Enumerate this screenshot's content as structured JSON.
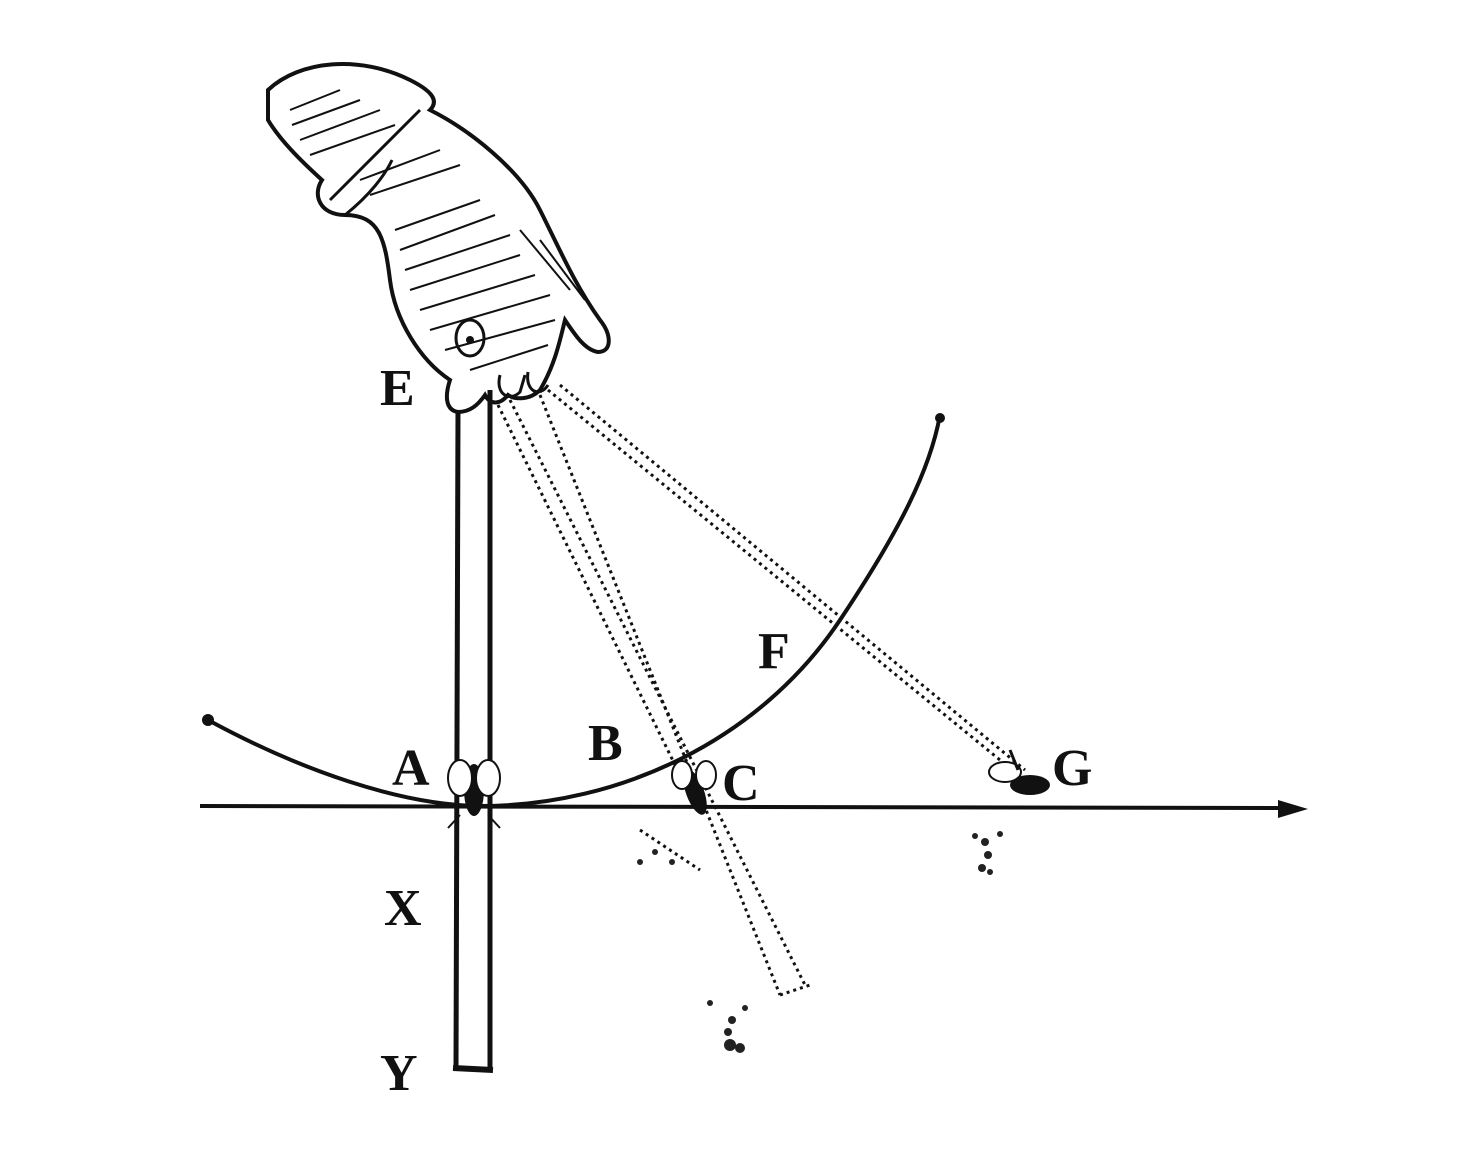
{
  "figure": {
    "labels": {
      "E": "E",
      "A": "A",
      "B": "B",
      "C": "C",
      "F": "F",
      "G": "G",
      "X": "X",
      "Y": "Y"
    },
    "colors": {
      "ink": "#111111",
      "paper": "#ffffff"
    }
  }
}
